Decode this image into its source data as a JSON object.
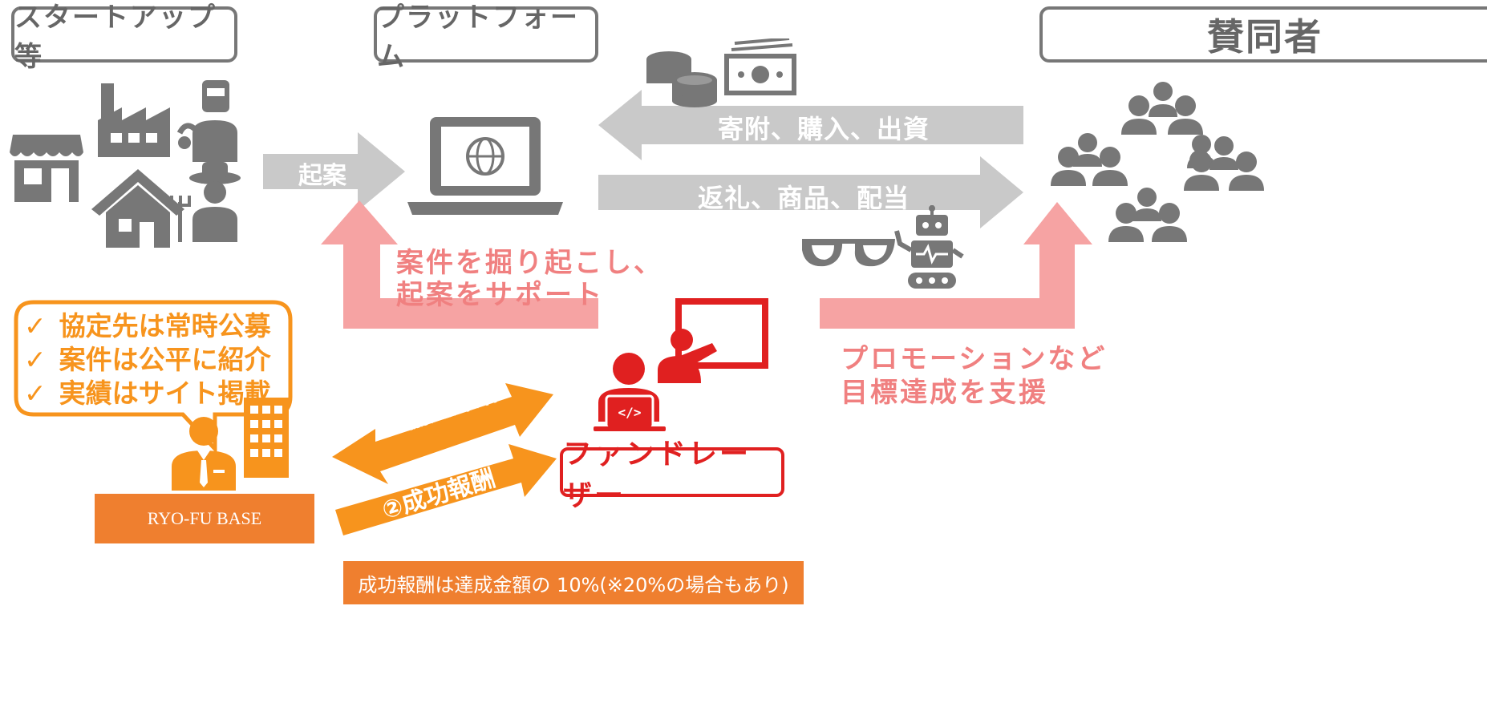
{
  "actors": {
    "startup": "スタートアップ等",
    "platform": "プラットフォーム",
    "supporters": "賛同者"
  },
  "flows": {
    "proposal": "起案",
    "contribution": "寄附、購入、出資",
    "returns": "返礼、商品、配当"
  },
  "support_notes": {
    "left_line1": "案件を掘り起こし、",
    "left_line2": "起案をサポート",
    "right_line1": "プロモーションなど",
    "right_line2": "目標達成を支援"
  },
  "bubble": {
    "items": [
      "協定先は常時公募",
      "案件は公平に紹介",
      "実績はサイト掲載"
    ],
    "check": "✓"
  },
  "base_label": "RYO-FU BASE",
  "agreements": {
    "step1": "①協定締結",
    "step2": "②成功報酬"
  },
  "fundraiser_label": "ファンドレーザー",
  "fee_note": "成功報酬は達成金額の 10%(※20%の場合もあり)",
  "colors": {
    "gray": "#777777",
    "gray_arrow": "#c9c9c9",
    "pink": "#f4a3a3",
    "pink_text": "#f08080",
    "orange": "#f7941d",
    "orange_box": "#ef7f2f",
    "red": "#e02020"
  },
  "icons": [
    "shop-icon",
    "factory-icon",
    "worker-icon",
    "house-icon",
    "farmer-icon",
    "laptop-globe-icon",
    "coins-icon",
    "banknote-icon",
    "glasses-icon",
    "robot-icon",
    "people-group-icon",
    "businessman-icon",
    "office-building-icon",
    "presenter-icon",
    "coder-icon"
  ]
}
